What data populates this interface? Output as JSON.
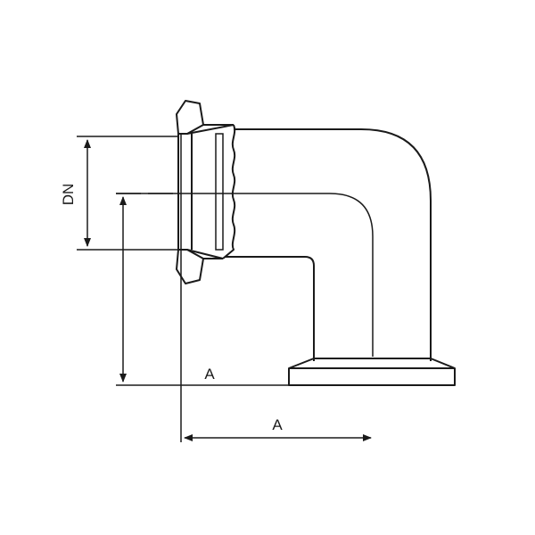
{
  "labels": {
    "dn": "DN",
    "a_left": "A",
    "a_bottom": "A"
  },
  "colors": {
    "stroke": "#1a1a1a",
    "background": "#ffffff"
  }
}
